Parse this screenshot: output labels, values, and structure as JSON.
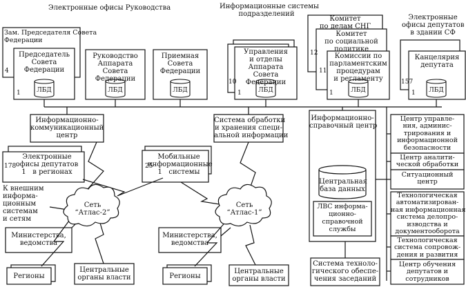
{
  "headings": {
    "leadership_offices": "Электронные офисы Руководства",
    "division_systems": "Информационные системы\nподразделений",
    "deputy_offices": "Электронные\nофисы депутатов\nв здании СФ"
  },
  "top_row": {
    "deputy_chairman": "Зам. Председателя Совета\nФедерации",
    "deputy_chairman_count": "4",
    "chairman": "Председатель\nСовета\nФедерации",
    "chairman_count": "1",
    "apparatus_leadership": "Руководство\nАппарата\nСовета\nФедерации",
    "reception": "Приемная\nСовета\nФедерации",
    "departments": "Управления\nи отделы\nАппарата\nСовета\nФедерации",
    "departments_count": "10",
    "departments_count2": "1",
    "committee_cis": "Комитет\nпо делам СНГ",
    "committee_cis_count": "12",
    "committee_social": "Комитет\nпо социальной\nполитике",
    "commissions": "Комиссии по\nпарламентским\nпроцедурам\nи регламенту",
    "commissions_count": "11",
    "commissions_count2": "1",
    "deputy_office": "Канцелярия\nдепутата",
    "deputy_office_count": "157",
    "deputy_office_count2": "1",
    "db_label": "ЛБД"
  },
  "middle": {
    "icc": "Информационно-\nкоммуникационный\nцентр",
    "special_info": "Система обработки\nи хранения специ-\nальной информации",
    "info_ref_center": "Информационно-\nсправочный центр",
    "central_db": "Центральная\nбаза данных",
    "lan_service": "ЛВС информа-\nционно-\nсправочной\nслужбы",
    "regional_offices": "Электронные\nофисы депутатов\n1   в регионах",
    "regional_offices_count": "178",
    "mobile_systems": "Мобильные\nинформационные\n1   системы",
    "mobile_systems_count": "25",
    "external": "К внешним\nинформа-\nционным\nсистемам\nи сетям"
  },
  "networks": {
    "atlas2": "Сеть\n“Атлас-2”",
    "atlas1": "Сеть\n“Атлас-1”",
    "ministries_left": "Министерства,\nведомства",
    "ministries_right": "Министерства,\nведомства",
    "regions_left": "Регионы",
    "regions_right": "Регионы",
    "central_authorities_left": "Центральные\nорганы власти",
    "central_authorities_right": "Центральные\nорганы власти",
    "tech_support": "Система техноло-\nгического обеспе-\nчения заседаний"
  },
  "right_column": [
    "Центр управле-\nния, админис-\nтрирования и\nинформационной\nбезопасности",
    "Центр аналити-\nческой обработки",
    "Ситуационный\nцентр",
    "Технологическая\nавтоматизирован-\nная информационная\nсистема делопро-\nизводства и\nдокументооборота",
    "Технологическая\nсистема сопровож-\nдения и развития",
    "Центр обучения\nдепутатов и\nсотрудников"
  ]
}
